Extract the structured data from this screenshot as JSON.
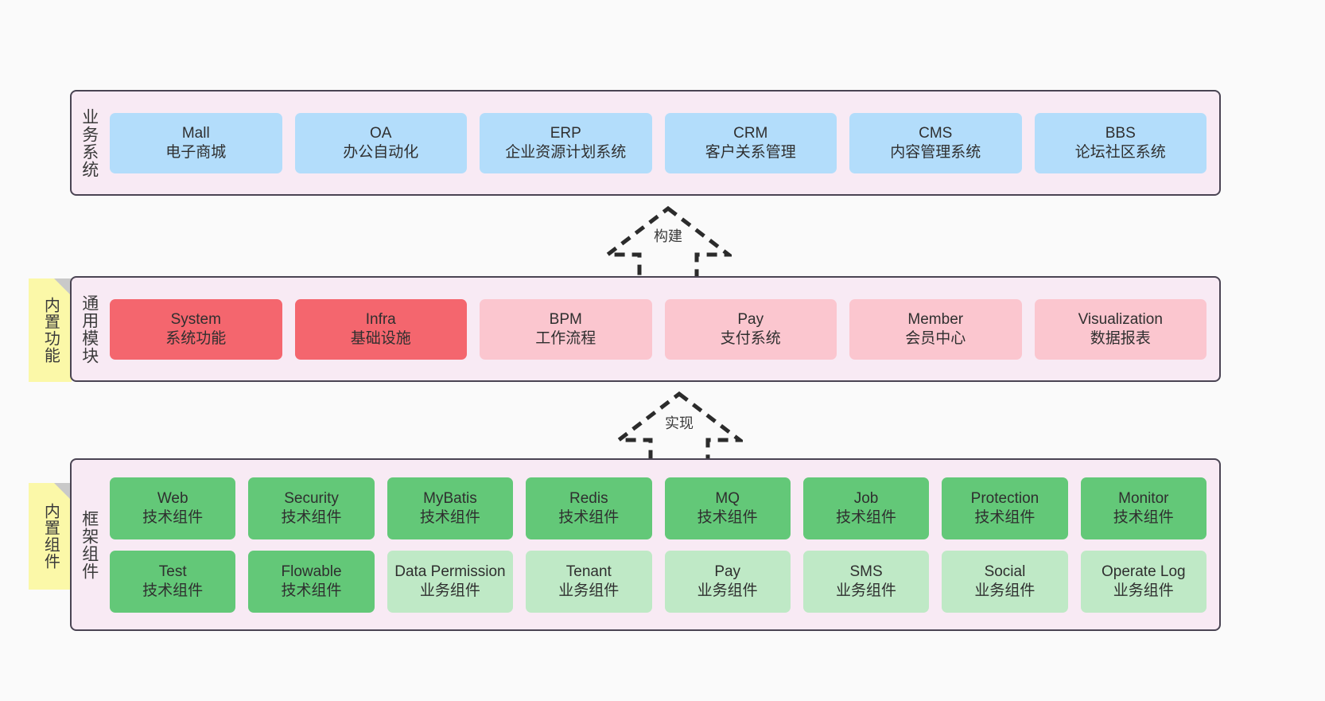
{
  "diagram": {
    "background": "#fafafa",
    "panel_fill": "#f8eaf4",
    "panel_border": "#4a4453",
    "sticky_fill": "#fbf8a8"
  },
  "layers": [
    {
      "key": "business",
      "title": "业务系统",
      "color": "#b3ddfb",
      "rows": [
        [
          {
            "en": "Mall",
            "cn": "电子商城"
          },
          {
            "en": "OA",
            "cn": "办公自动化"
          },
          {
            "en": "ERP",
            "cn": "企业资源计划系统"
          },
          {
            "en": "CRM",
            "cn": "客户关系管理"
          },
          {
            "en": "CMS",
            "cn": "内容管理系统"
          },
          {
            "en": "BBS",
            "cn": "论坛社区系统"
          }
        ]
      ]
    },
    {
      "key": "modules",
      "title": "通用模块",
      "sticky": "内置功能",
      "rows": [
        [
          {
            "en": "System",
            "cn": "系统功能",
            "color": "#f4666e"
          },
          {
            "en": "Infra",
            "cn": "基础设施",
            "color": "#f4666e"
          },
          {
            "en": "BPM",
            "cn": "工作流程",
            "color": "#fbc6cf"
          },
          {
            "en": "Pay",
            "cn": "支付系统",
            "color": "#fbc6cf"
          },
          {
            "en": "Member",
            "cn": "会员中心",
            "color": "#fbc6cf"
          },
          {
            "en": "Visualization",
            "cn": "数据报表",
            "color": "#fbc6cf"
          }
        ]
      ]
    },
    {
      "key": "framework",
      "title": "框架组件",
      "sticky": "内置组件",
      "rows": [
        [
          {
            "en": "Web",
            "cn": "技术组件",
            "color": "#63c878"
          },
          {
            "en": "Security",
            "cn": "技术组件",
            "color": "#63c878"
          },
          {
            "en": "MyBatis",
            "cn": "技术组件",
            "color": "#63c878"
          },
          {
            "en": "Redis",
            "cn": "技术组件",
            "color": "#63c878"
          },
          {
            "en": "MQ",
            "cn": "技术组件",
            "color": "#63c878"
          },
          {
            "en": "Job",
            "cn": "技术组件",
            "color": "#63c878"
          },
          {
            "en": "Protection",
            "cn": "技术组件",
            "color": "#63c878"
          },
          {
            "en": "Monitor",
            "cn": "技术组件",
            "color": "#63c878"
          }
        ],
        [
          {
            "en": "Test",
            "cn": "技术组件",
            "color": "#63c878"
          },
          {
            "en": "Flowable",
            "cn": "技术组件",
            "color": "#63c878"
          },
          {
            "en": "Data Permission",
            "cn": "业务组件",
            "color": "#bfe9c6"
          },
          {
            "en": "Tenant",
            "cn": "业务组件",
            "color": "#bfe9c6"
          },
          {
            "en": "Pay",
            "cn": "业务组件",
            "color": "#bfe9c6"
          },
          {
            "en": "SMS",
            "cn": "业务组件",
            "color": "#bfe9c6"
          },
          {
            "en": "Social",
            "cn": "业务组件",
            "color": "#bfe9c6"
          },
          {
            "en": "Operate Log",
            "cn": "业务组件",
            "color": "#bfe9c6"
          }
        ]
      ]
    }
  ],
  "arrows": [
    {
      "key": "build",
      "label": "构建",
      "style": "dashed-hollow-up"
    },
    {
      "key": "impl",
      "label": "实现",
      "style": "dashed-hollow-up"
    }
  ]
}
